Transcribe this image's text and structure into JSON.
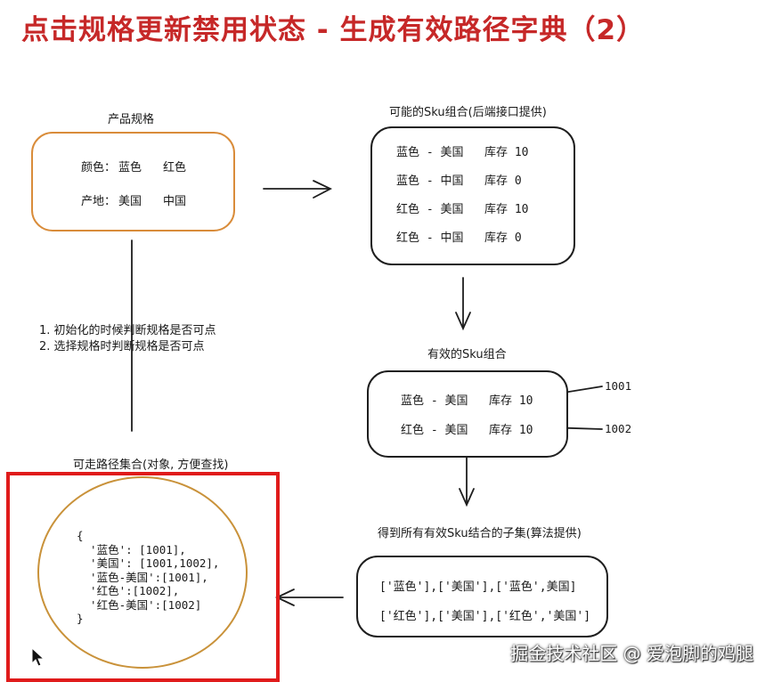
{
  "title": "点击规格更新禁用状态 - 生成有效路径字典（2）",
  "spec": {
    "heading": "产品规格",
    "rows": [
      {
        "name": "颜色：",
        "a": "蓝色",
        "b": "红色"
      },
      {
        "name": "产地：",
        "a": "美国",
        "b": "中国"
      }
    ]
  },
  "sku": {
    "heading": "可能的Sku组合(后端接口提供)",
    "rows": [
      {
        "spec": "蓝色 - 美国",
        "stock": "库存 10"
      },
      {
        "spec": "蓝色 - 中国",
        "stock": "库存 0"
      },
      {
        "spec": "红色 - 美国",
        "stock": "库存 10"
      },
      {
        "spec": "红色 - 中国",
        "stock": "库存 0"
      }
    ]
  },
  "valid": {
    "heading": "有效的Sku组合",
    "rows": [
      {
        "spec": "蓝色 - 美国",
        "stock": "库存 10",
        "id": "1001"
      },
      {
        "spec": "红色 - 美国",
        "stock": "库存 10",
        "id": "1002"
      }
    ]
  },
  "subsets": {
    "heading": "得到所有有效Sku结合的子集(算法提供)",
    "lines": [
      "['蓝色'],['美国'],['蓝色',美国]",
      "['红色'],['美国'],['红色','美国']"
    ]
  },
  "notes": [
    "1. 初始化的时候判断规格是否可点",
    "2. 选择规格时判断规格是否可点"
  ],
  "paths": {
    "heading": "可走路径集合(对象, 方便查找)",
    "lines": [
      "{",
      "  '蓝色': [1001],",
      "  '美国': [1001,1002],",
      "  '蓝色-美国':[1001],",
      "  '红色':[1002],",
      "  '红色-美国':[1002]",
      "}"
    ]
  },
  "watermark": "掘金技术社区 @ 爱泡脚的鸡腿",
  "colors": {
    "title": "#c62828",
    "highlight": "#e01b1b",
    "spec_border": "#d98c3a"
  }
}
